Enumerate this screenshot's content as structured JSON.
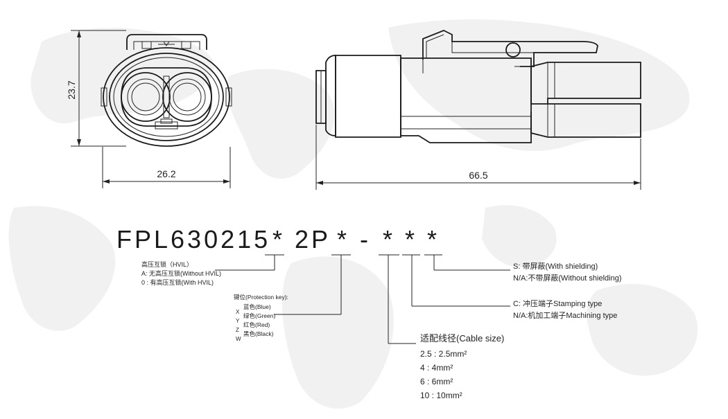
{
  "dimensions": {
    "height": "23.7",
    "front_width": "26.2",
    "side_length": "66.5"
  },
  "part_number": {
    "prefix": "FPL630215",
    "star1": "*",
    "middle": "2P",
    "star2": "*",
    "dash": "-",
    "star3": "*",
    "star4": "*",
    "star5": "*"
  },
  "hvil": {
    "title": "高压互锁（HVIL）",
    "lines": [
      "A: 无高压互锁(Without HVIL)",
      "0 : 有高压互锁(With HVIL)"
    ]
  },
  "protection_key": {
    "title": "键位(Protection key):",
    "letters": [
      "X",
      "Y",
      "Z",
      "W"
    ],
    "colors": [
      "蓝色(Blue)",
      "绿色(Green)",
      "红色(Red)",
      "黑色(Black)"
    ]
  },
  "cable_size": {
    "title": "适配线径(Cable size)",
    "options": [
      "2.5 : 2.5mm²",
      "4 : 4mm²",
      "6 : 6mm²",
      "10 : 10mm²"
    ]
  },
  "terminal": {
    "lines": [
      "C: 冲压端子Stamping type",
      "N/A:机加工端子Machining type"
    ]
  },
  "shielding": {
    "lines": [
      "S: 带屏蔽(With  shielding)",
      "N/A:不带屏蔽(Without  shielding)"
    ]
  }
}
